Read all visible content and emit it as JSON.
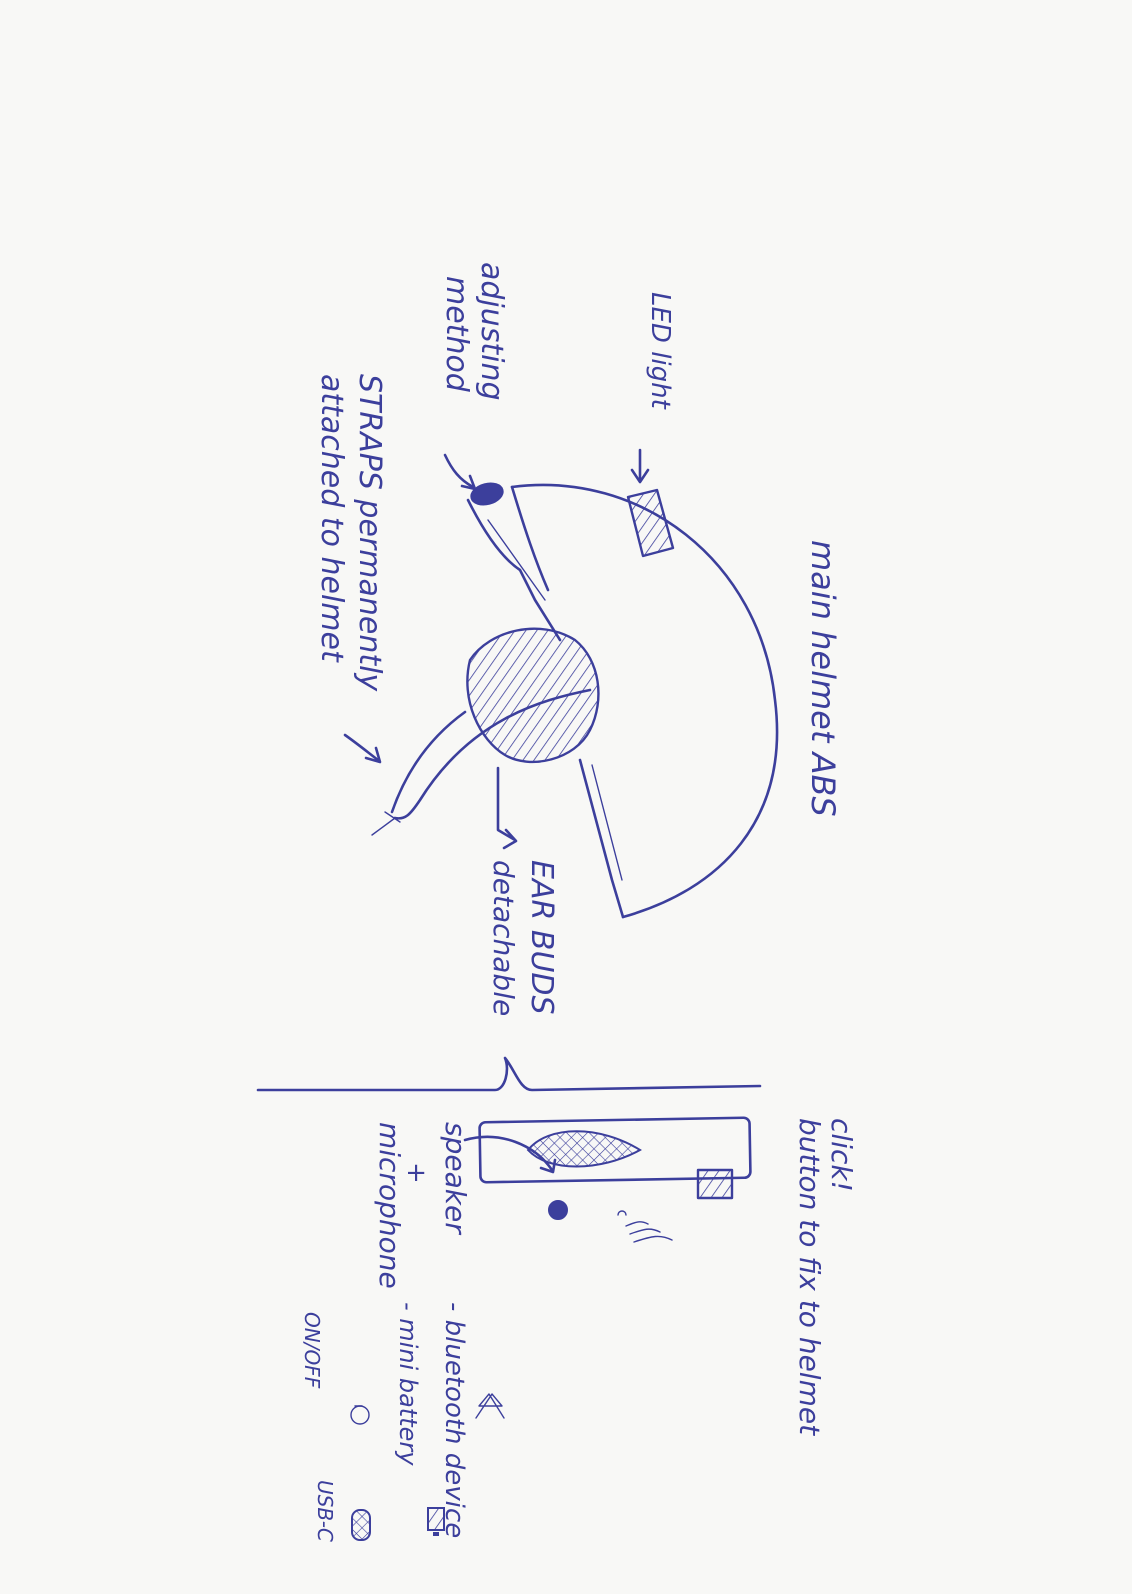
{
  "labels": {
    "main_helmet": "main helmet ABS",
    "led_light": "LED light",
    "adjusting_method_line1": "adjusting",
    "adjusting_method_line2": "method",
    "straps_line1": "STRAPS permanently",
    "straps_line2": "attached to helmet",
    "ear_buds_line1": "EAR BUDS",
    "ear_buds_line2": "detachable",
    "click_line1": "click!",
    "click_line2": "button to fix to helmet",
    "speaker": "speaker",
    "plus": "+",
    "microphone": "microphone",
    "bluetooth": "- bluetooth device",
    "mini_battery": "- mini battery",
    "on_off": "ON/OFF",
    "usb_c": "USB-C"
  },
  "colors": {
    "ink": "#3c3f9c",
    "paper": "#f8f8f6"
  },
  "icons": [
    "bluetooth-icon",
    "battery-icon",
    "power-icon",
    "usb-c-port-icon",
    "sound-waves-icon"
  ]
}
